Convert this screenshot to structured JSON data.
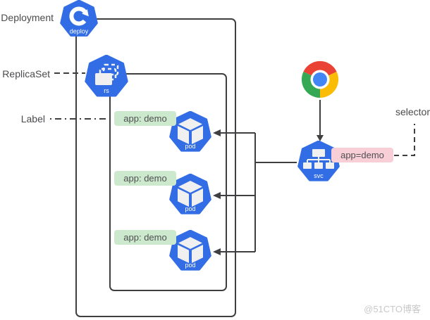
{
  "labels": {
    "deployment": "Deployment",
    "replicaset": "ReplicaSet",
    "label": "Label",
    "selector": "selector"
  },
  "deployment_icon": {
    "label": "deploy"
  },
  "replicaset_icon": {
    "label": "rs"
  },
  "service": {
    "icon_label": "svc",
    "selector_badge": "app=demo"
  },
  "pods": [
    {
      "badge": "app: demo",
      "icon_label": "pod"
    },
    {
      "badge": "app: demo",
      "icon_label": "pod"
    },
    {
      "badge": "app: demo",
      "icon_label": "pod"
    }
  ],
  "browser": {
    "icon": "chrome-logo"
  },
  "watermark": "@51CTO博客",
  "colors": {
    "k8s_blue": "#326de6",
    "line": "#3f3f42",
    "badge_green": "#cde9cd",
    "badge_pink": "#f9cfd7",
    "chrome_red": "#ea4335",
    "chrome_yellow": "#fbbc05",
    "chrome_green": "#34a853",
    "chrome_blue": "#4285f4"
  }
}
